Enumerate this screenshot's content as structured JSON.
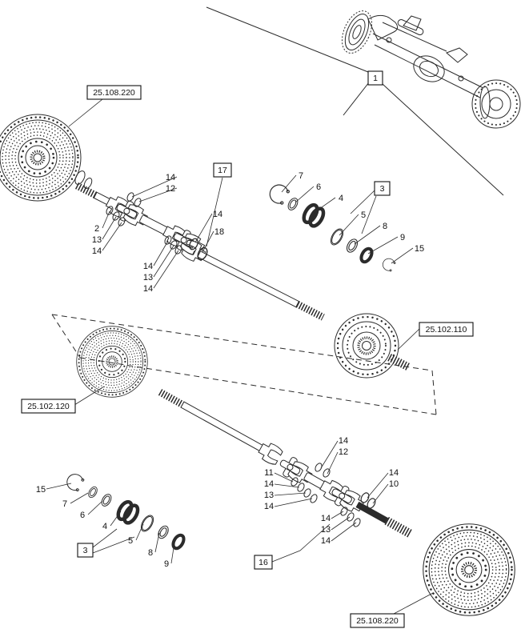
{
  "colors": {
    "background": "#ffffff",
    "line": "#2b2b2b",
    "text": "#111111"
  },
  "ref_boxes": {
    "assembly": "1",
    "top_left": "25.108.220",
    "upper_shaft": "17",
    "seal_kit_upper": "3",
    "hub": "25.102.110",
    "disc_middle": "25.102.120",
    "seal_kit_lower": "3",
    "lower_joint": "16",
    "bottom_right": "25.108.220"
  },
  "callouts": {
    "upper_shaft": [
      "14",
      "12",
      "2",
      "13",
      "14",
      "14",
      "18",
      "14",
      "13",
      "14"
    ],
    "seal_kit_upper": [
      "7",
      "6",
      "4",
      "5",
      "8",
      "9",
      "15"
    ],
    "seal_kit_lower": [
      "15",
      "7",
      "6",
      "4",
      "5",
      "8",
      "9"
    ],
    "lower_joint": [
      "14",
      "12",
      "11",
      "14",
      "13",
      "14",
      "14",
      "10",
      "14",
      "13",
      "14"
    ]
  }
}
